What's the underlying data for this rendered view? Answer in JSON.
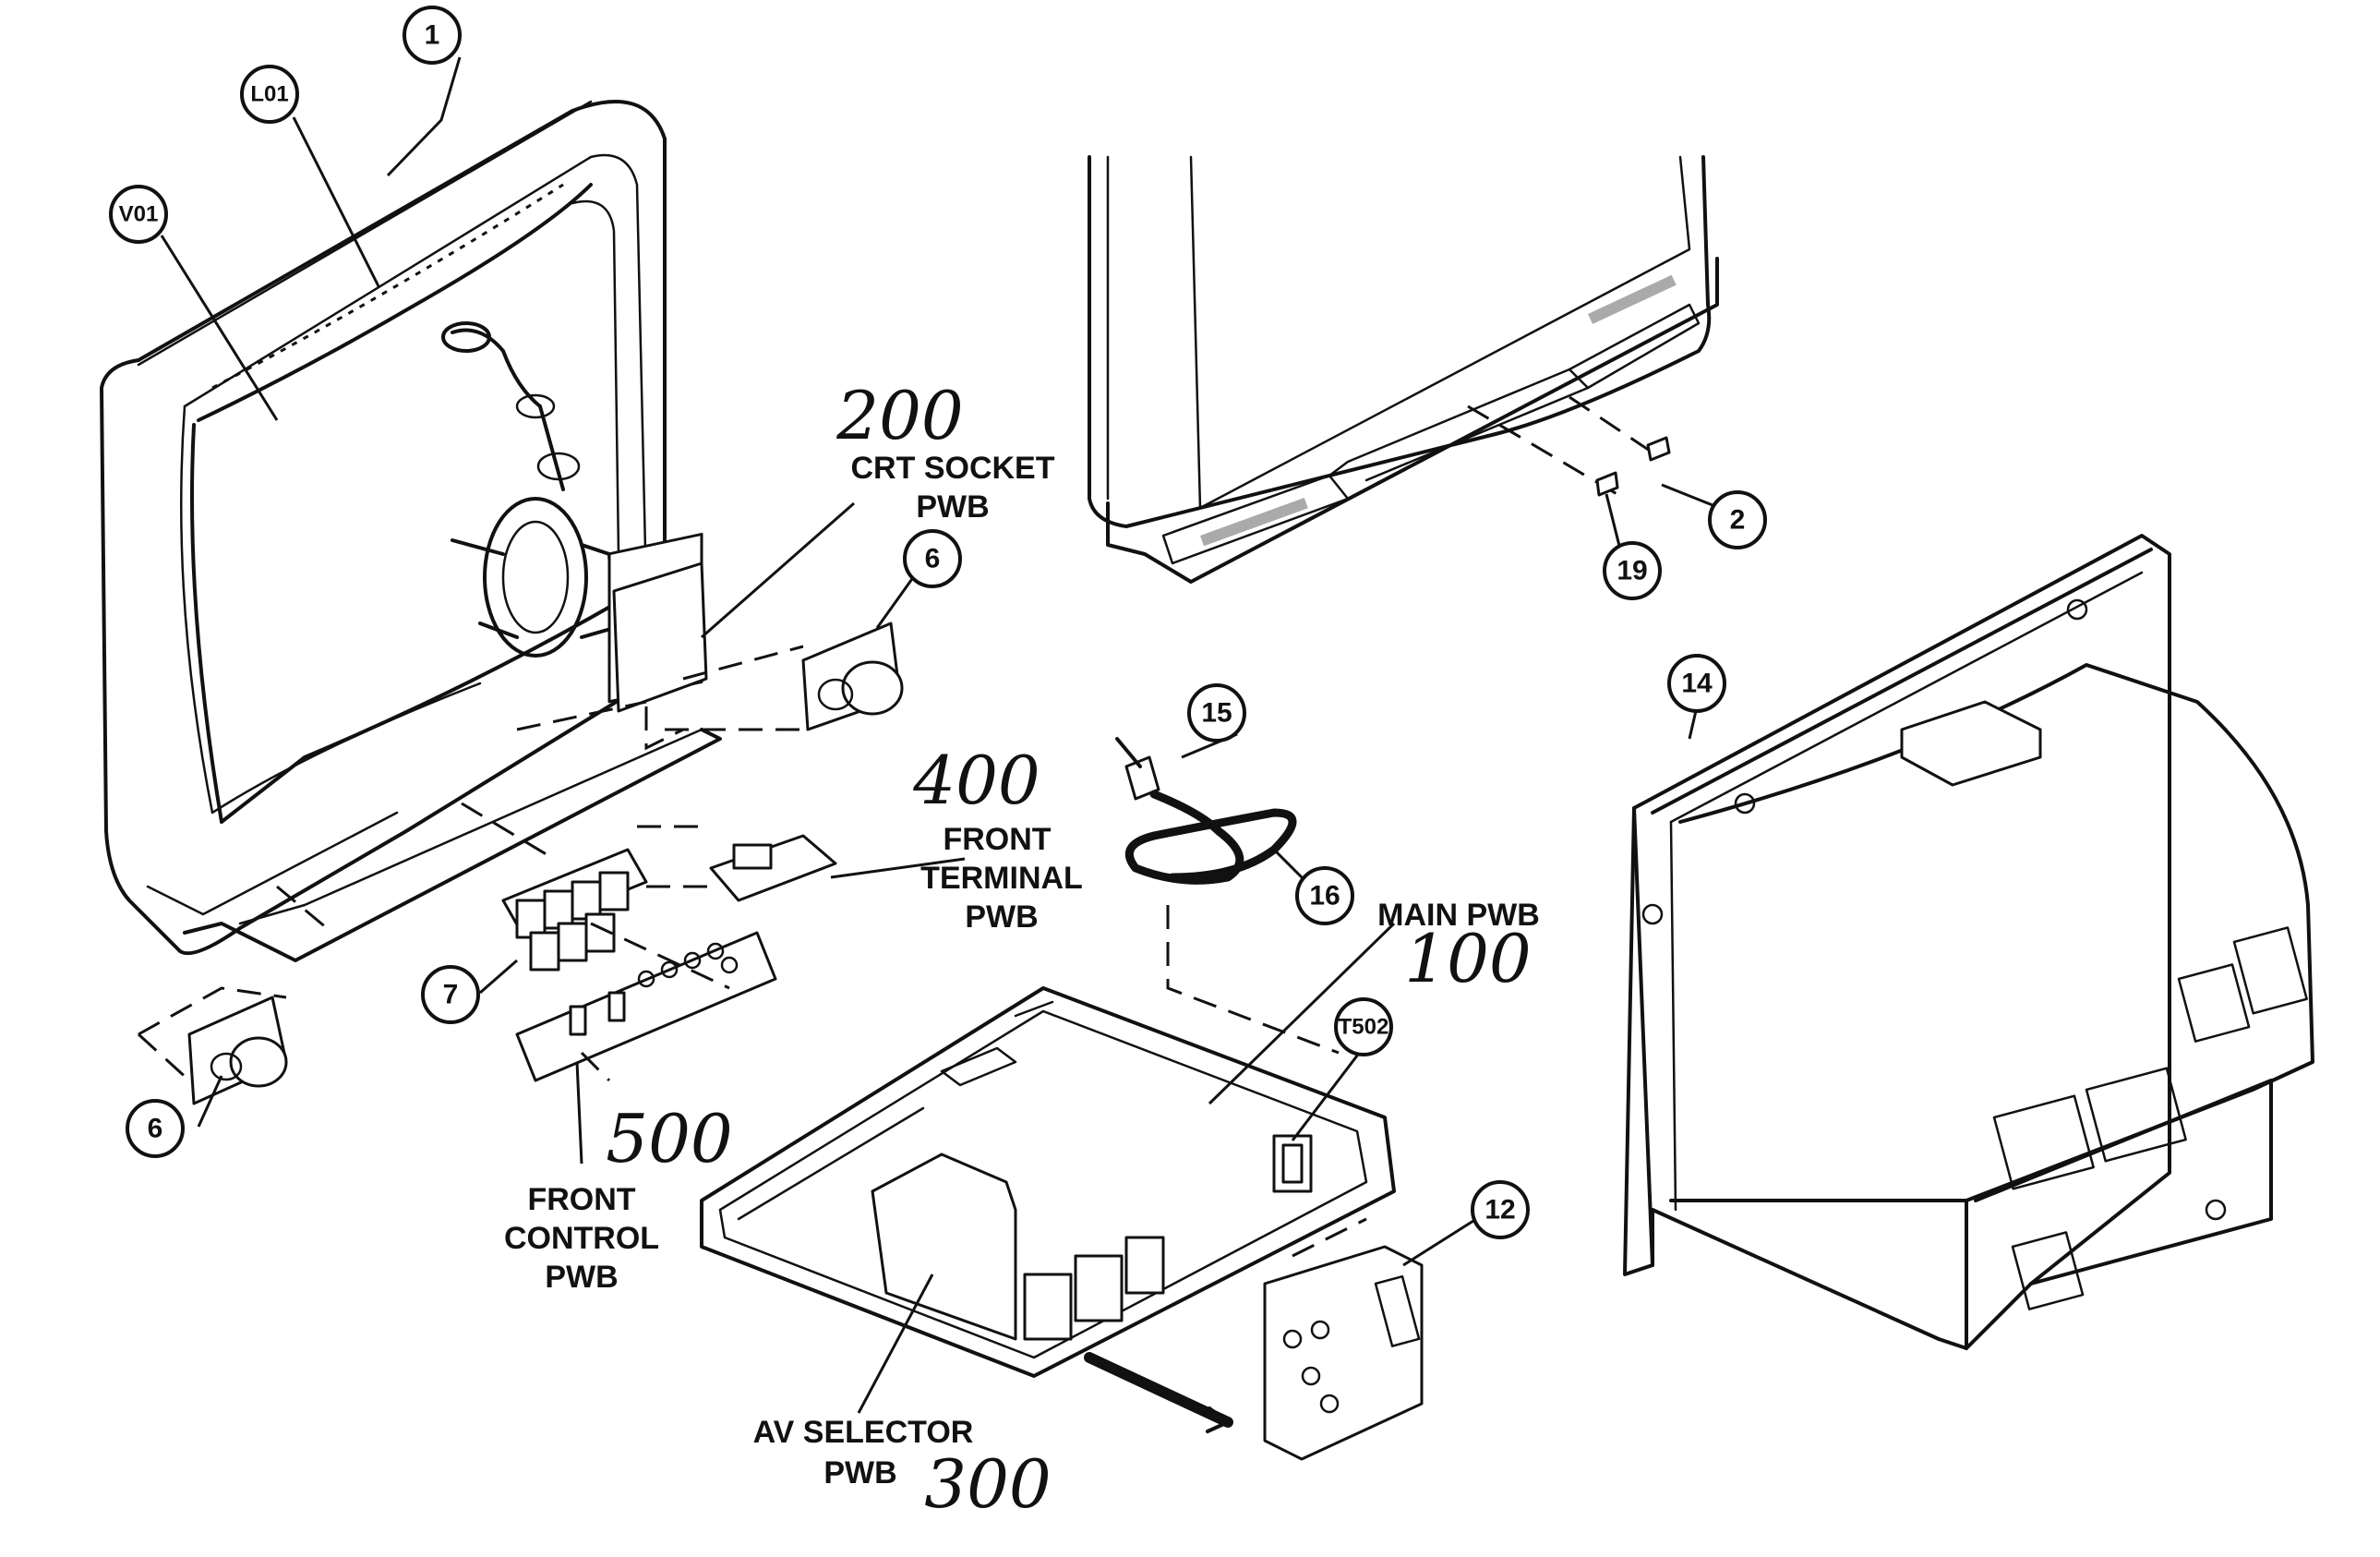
{
  "callouts": {
    "c1": "1",
    "cL01": "L01",
    "cV01": "V01",
    "c6a": "6",
    "c6b": "6",
    "c2": "2",
    "c19": "19",
    "c14": "14",
    "c15": "15",
    "c16": "16",
    "c7": "7",
    "cT502": "T502",
    "c12": "12"
  },
  "labels": {
    "crt_socket_line1": "CRT SOCKET",
    "crt_socket_line2": "PWB",
    "front_terminal_line1": "FRONT",
    "front_terminal_line2": "TERMINAL",
    "front_terminal_line3": "PWB",
    "main_pwb": "MAIN PWB",
    "front_control_line1": "FRONT",
    "front_control_line2": "CONTROL",
    "front_control_line3": "PWB",
    "av_selector_line1": "AV SELECTOR",
    "av_selector_line2": "PWB"
  },
  "handwritten": {
    "crt_socket_number": "200",
    "front_terminal_number": "400",
    "main_pwb_number": "100",
    "front_control_number": "500",
    "av_selector_number": "300"
  }
}
